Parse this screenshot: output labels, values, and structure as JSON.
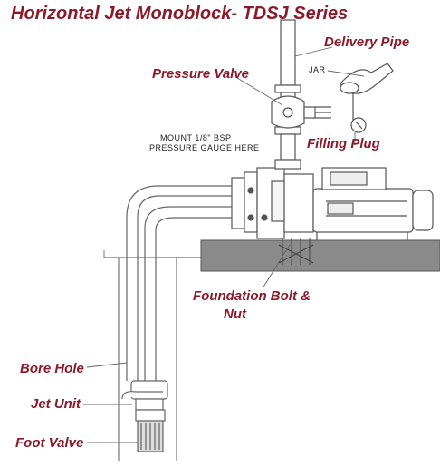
{
  "title": "Horizontal Jet Monoblock- TDSJ Series",
  "labels": {
    "delivery_pipe": "Delivery Pipe",
    "jar": "JAR",
    "pressure_valve": "Pressure Valve",
    "mount_line1": "MOUNT 1/8\" BSP",
    "mount_line2": "PRESSURE GAUGE HERE",
    "filling_plug": "Filling Plug",
    "foundation_line1": "Foundation Bolt &",
    "foundation_line2": "Nut",
    "bore_hole": "Bore Hole",
    "jet_unit": "Jet Unit",
    "foot_valve": "Foot Valve"
  },
  "colors": {
    "label": "#8b1a2b",
    "line": "#555555",
    "foundation": "#8a8a8a"
  }
}
